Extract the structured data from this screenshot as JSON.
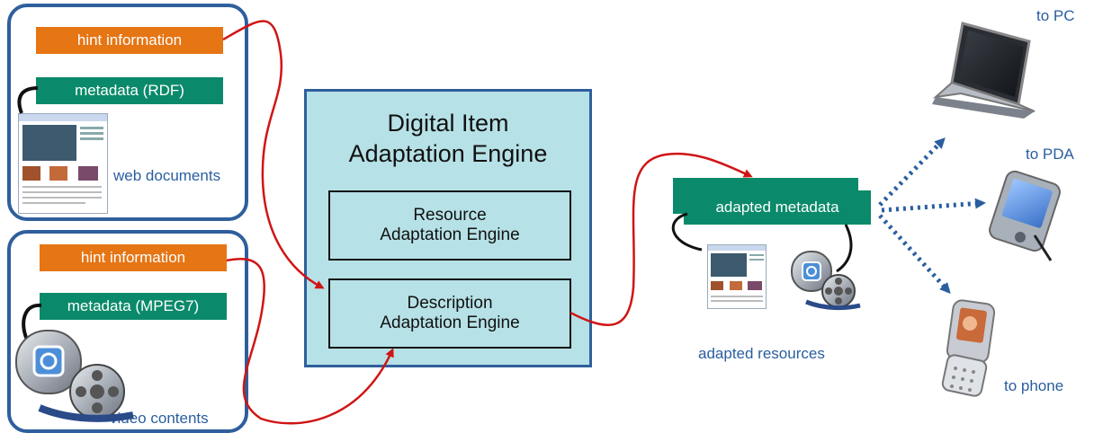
{
  "left_top_group": {
    "hint": "hint information",
    "metadata": "metadata (RDF)",
    "caption": "web documents"
  },
  "left_bottom_group": {
    "hint": "hint information",
    "metadata": "metadata (MPEG7)",
    "caption": "video contents"
  },
  "engine": {
    "title_line1": "Digital Item",
    "title_line2": "Adaptation Engine",
    "resource_line1": "Resource",
    "resource_line2": "Adaptation Engine",
    "description_line1": "Description",
    "description_line2": "Adaptation Engine"
  },
  "output": {
    "metadata": "adapted metadata",
    "resources_caption": "adapted resources"
  },
  "devices": {
    "pc": "to PC",
    "pda": "to PDA",
    "phone": "to phone"
  },
  "colors": {
    "group_border": "#2f5f9c",
    "hint": "#e67514",
    "metadata": "#0a8a6a",
    "engine_fill": "#b6e1e6",
    "flow_arrow": "#d01515",
    "device_arrow": "#2a5ea0"
  }
}
